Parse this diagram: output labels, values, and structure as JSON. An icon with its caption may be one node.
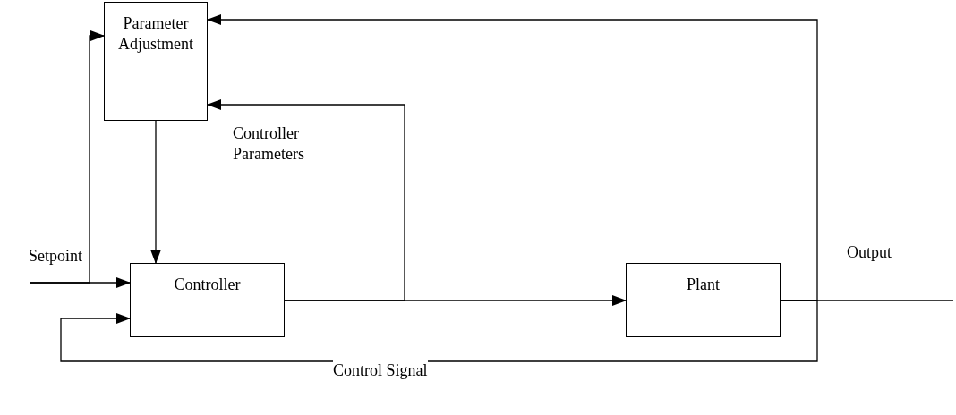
{
  "diagram": {
    "nodes": [
      {
        "text": [
          "Parameter Adjustment"
        ]
      },
      {
        "text": [
          "Controller"
        ]
      },
      {
        "text": [
          "Plant"
        ]
      }
    ],
    "edges": [
      {
        "from": null,
        "to": 1,
        "arrow": "to"
      },
      {
        "from": null,
        "to": 0,
        "arrow": "to"
      },
      {
        "from": 0,
        "to": 1,
        "arrow": "to"
      },
      {
        "from": 1,
        "to": 2,
        "arrow": "to"
      },
      {
        "from": 1,
        "to": 0,
        "arrow": "to"
      },
      {
        "from": 2,
        "to": null,
        "arrow": "none",
        "label": "Output"
      },
      {
        "from": 2,
        "to": 0,
        "arrow": "to"
      },
      {
        "from": 2,
        "to": 1,
        "arrow": "to"
      }
    ],
    "labels": [
      "Setpoint",
      "Controller Parameters",
      "Control Signal"
    ]
  }
}
